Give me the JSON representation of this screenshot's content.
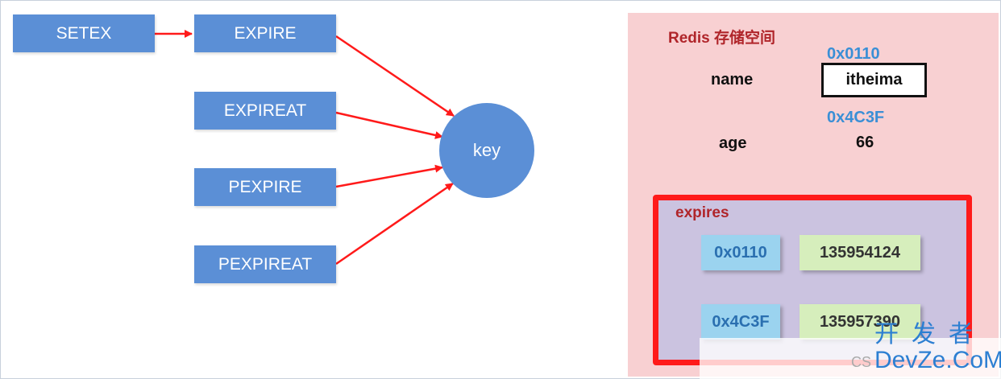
{
  "commands": {
    "setex": "SETEX",
    "expire": "EXPIRE",
    "expireat": "EXPIREAT",
    "pexpire": "PEXPIRE",
    "pexpireat": "PEXPIREAT"
  },
  "key_node": "key",
  "storage": {
    "title": "Redis 存储空间",
    "name": {
      "field": "name",
      "address": "0x0110",
      "value": "itheima"
    },
    "age": {
      "field": "age",
      "address": "0x4C3F",
      "value": "66"
    }
  },
  "expires": {
    "title": "expires",
    "rows": [
      {
        "address": "0x0110",
        "time": "135954124"
      },
      {
        "address": "0x4C3F",
        "time": "135957390"
      }
    ]
  },
  "watermark": {
    "prefix": "CS",
    "brand_cn": "开发者",
    "brand_en": "DevZe.CoM"
  },
  "colors": {
    "command_box": "#5b8fd6",
    "arrow": "#ff1a1a",
    "panel_bg": "#f8d0d2",
    "expires_border": "#ff1a1a",
    "expires_bg": "#cbc3e0",
    "address_text": "#3a8fd6",
    "address_cell": "#9bd3ef",
    "time_cell": "#d6eebc"
  }
}
